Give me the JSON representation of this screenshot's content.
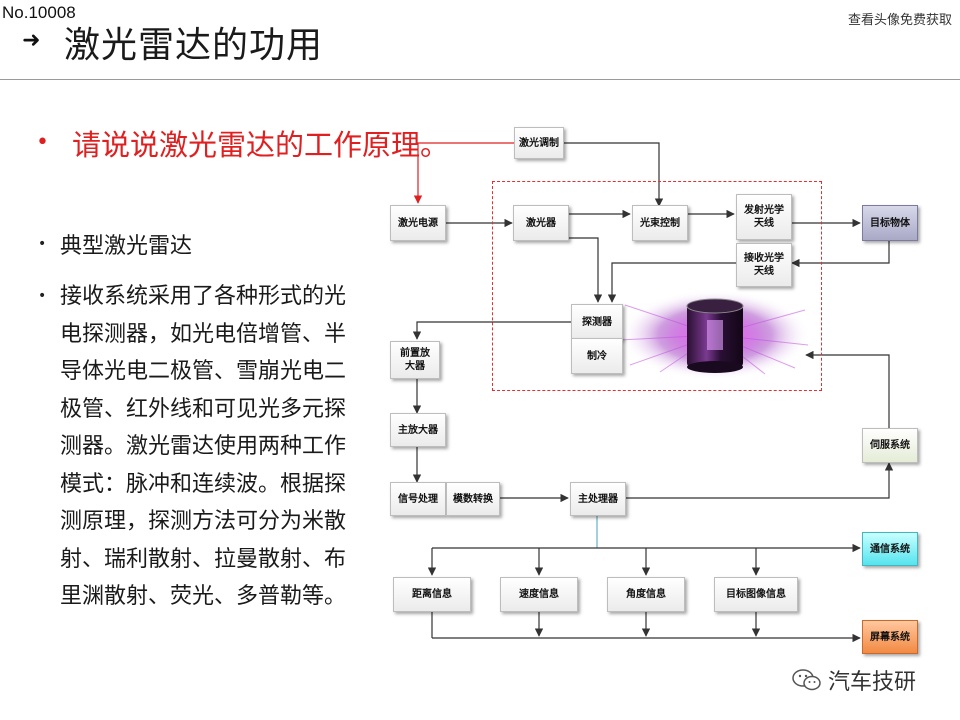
{
  "slide_no": "No.10008",
  "top_right": "查看头像免费获取",
  "title": "激光雷达的功用",
  "question": "请说说激光雷达的工作原理。",
  "bullets": [
    "典型激光雷达",
    "接收系统采用了各种形式的光电探测器，如光电倍增管、半导体光电二极管、雪崩光电二极管、红外线和可见光多元探测器。激光雷达使用两种工作模式：脉冲和连续波。根据探测原理，探测方法可分为米散射、瑞利散射、拉曼散射、布里渊散射、荧光、多普勒等。"
  ],
  "diagram": {
    "laser_mod": "激光调制",
    "laser_power": "激光电源",
    "laser": "激光器",
    "beam_ctrl": "光束控制",
    "tx_antenna": "发射光学天线",
    "rx_antenna": "接收光学天线",
    "target": "目标物体",
    "detector": "探测器",
    "cooling": "制冷",
    "preamp": "前置放大器",
    "main_amp": "主放大器",
    "signal_proc": "信号处理",
    "ad_conv": "模数转换",
    "main_proc": "主处理器",
    "servo": "伺服系统",
    "comm": "通信系统",
    "distance": "距离信息",
    "speed": "速度信息",
    "angle": "角度信息",
    "image": "目标图像信息",
    "display": "屏幕系统"
  },
  "watermark": "汽车技研",
  "colors": {
    "accent_red": "#e02020",
    "target_box": "#a9a9c7",
    "comm_box": "#55e4ee",
    "display_box": "#f28a43"
  }
}
